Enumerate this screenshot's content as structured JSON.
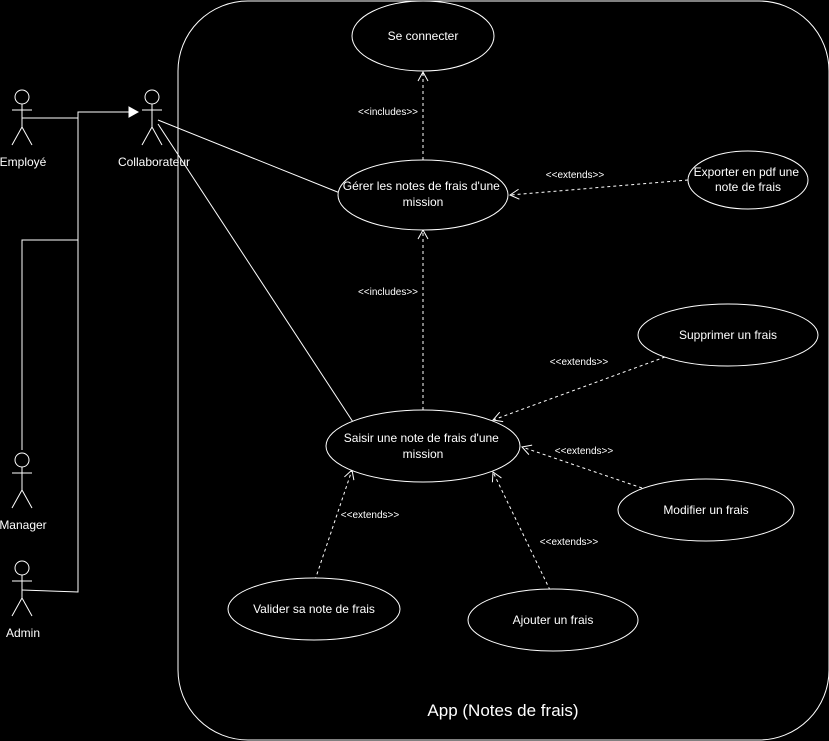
{
  "diagram": {
    "system_title": "App  (Notes de frais)",
    "actors": {
      "employe": "Employé",
      "collaborateur": "Collaborateur",
      "manager": "Manager",
      "admin": "Admin"
    },
    "use_cases": {
      "se_connecter": [
        "Se connecter"
      ],
      "gerer_notes": [
        "Gérer les notes de frais d'une",
        "mission"
      ],
      "exporter_pdf": [
        "Exporter en pdf une",
        "note de frais"
      ],
      "supprimer_frais": [
        "Supprimer un frais"
      ],
      "saisir_note": [
        "Saisir une note de frais d'une",
        "mission"
      ],
      "modifier_frais": [
        "Modifier un frais"
      ],
      "valider_note": [
        "Valider sa note de frais"
      ],
      "ajouter_frais": [
        "Ajouter un frais"
      ]
    },
    "relations": {
      "includes_connect": "<<includes>>",
      "includes_saisir": "<<includes>>",
      "extends_exporter": "<<extends>>",
      "extends_supprimer": "<<extends>>",
      "extends_modifier": "<<extends>>",
      "extends_valider": "<<extends>>",
      "extends_ajouter": "<<extends>>"
    }
  }
}
